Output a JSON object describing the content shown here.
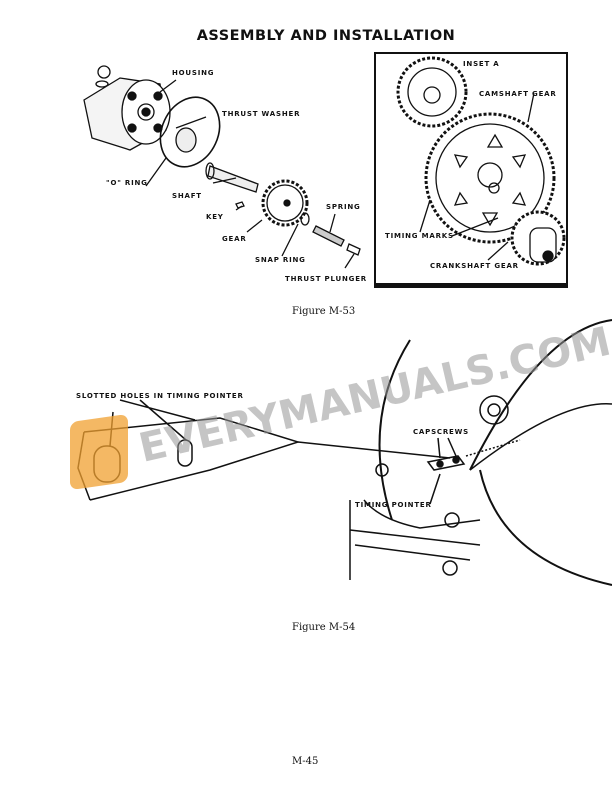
{
  "page": {
    "title": "ASSEMBLY AND INSTALLATION",
    "page_number": "M-45"
  },
  "figure_m53": {
    "caption": "Figure M-53",
    "labels": {
      "housing": "HOUSING",
      "thrust_washer": "THRUST WASHER",
      "o_ring": "\"O\" RING",
      "shaft": "SHAFT",
      "key": "KEY",
      "gear": "GEAR",
      "spring": "SPRING",
      "snap_ring": "SNAP RING",
      "thrust_plunger": "THRUST PLUNGER"
    },
    "inset": {
      "title": "INSET A",
      "camshaft_gear": "CAMSHAFT GEAR",
      "timing_marks": "TIMING MARKS",
      "crankshaft_gear": "CRANKSHAFT GEAR"
    }
  },
  "figure_m54": {
    "caption": "Figure M-54",
    "labels": {
      "slotted_holes": "SLOTTED HOLES IN TIMING POINTER",
      "capscrews": "CAPSCREWS",
      "timing_pointer": "TIMING POINTER"
    }
  },
  "watermark": {
    "text": "EVERYMANUALS.COM",
    "logo_color": "#f0a030"
  }
}
